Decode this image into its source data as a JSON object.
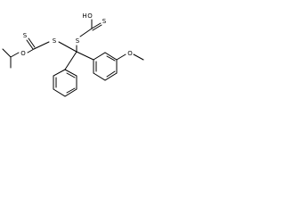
{
  "atom_labels": {
    "thiol_o": "O",
    "thiol_h": "H",
    "thione_s_top": "S",
    "bridge_s_right": "S",
    "bridge_s_left": "S",
    "thione_s_left": "S",
    "ester_o": "O",
    "methoxy_o": "O"
  }
}
